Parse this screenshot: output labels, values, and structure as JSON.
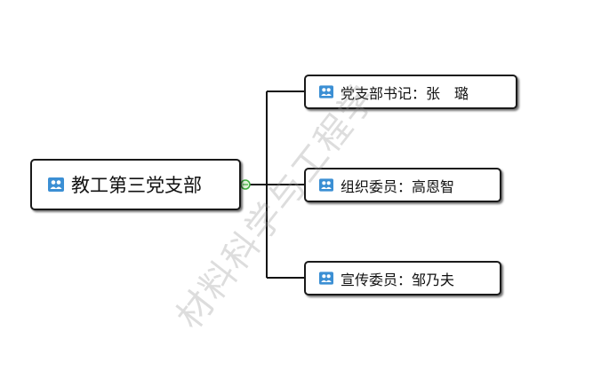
{
  "root": {
    "label": "教工第三党支部"
  },
  "children": [
    {
      "label": "党支部书记：张　璐"
    },
    {
      "label": "组织委员：高恩智"
    },
    {
      "label": "宣传委员：邹乃夫"
    }
  ],
  "watermark": {
    "text": "材料科学与工程学"
  },
  "icon": {
    "name": "users-icon",
    "color": "#3b8fd4"
  },
  "colors": {
    "line": "#111111",
    "collapse_toggle": "#3fae3f"
  }
}
